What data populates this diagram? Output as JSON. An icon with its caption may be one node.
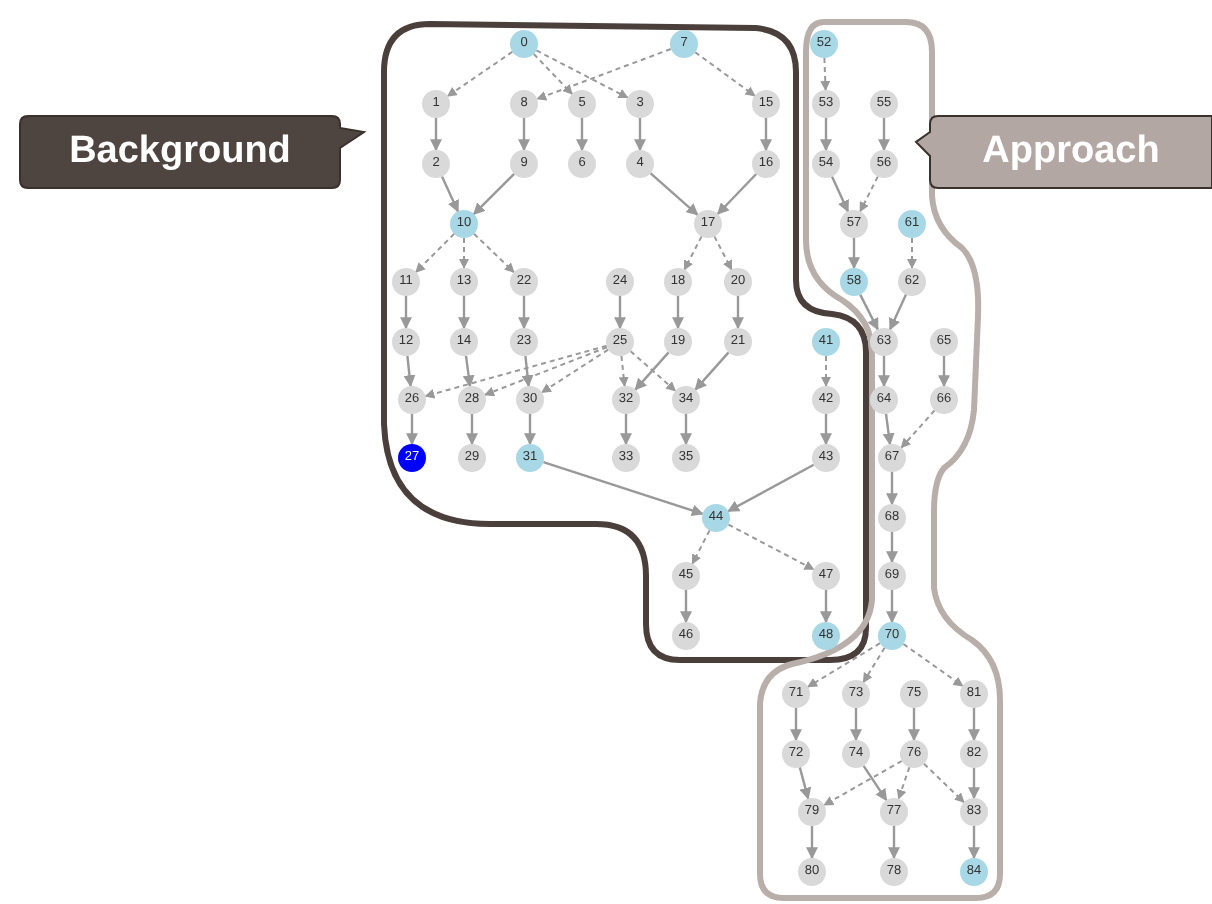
{
  "diagram": {
    "nodes": [
      {
        "text": [
          "0"
        ]
      },
      {
        "text": [
          "1"
        ]
      },
      {
        "text": [
          "2"
        ]
      },
      {
        "text": [
          "3"
        ]
      },
      {
        "text": [
          "4"
        ]
      },
      {
        "text": [
          "5"
        ]
      },
      {
        "text": [
          "6"
        ]
      },
      {
        "text": [
          "7"
        ]
      },
      {
        "text": [
          "8"
        ]
      },
      {
        "text": [
          "9"
        ]
      },
      {
        "text": [
          "10"
        ]
      },
      {
        "text": [
          "11"
        ]
      },
      {
        "text": [
          "12"
        ]
      },
      {
        "text": [
          "13"
        ]
      },
      {
        "text": [
          "14"
        ]
      },
      {
        "text": [
          "15"
        ]
      },
      {
        "text": [
          "16"
        ]
      },
      {
        "text": [
          "17"
        ]
      },
      {
        "text": [
          "18"
        ]
      },
      {
        "text": [
          "19"
        ]
      },
      {
        "text": [
          "20"
        ]
      },
      {
        "text": [
          "21"
        ]
      },
      {
        "text": [
          "22"
        ]
      },
      {
        "text": [
          "23"
        ]
      },
      {
        "text": [
          "24"
        ]
      },
      {
        "text": [
          "25"
        ]
      },
      {
        "text": [
          "26"
        ]
      },
      {
        "text": [
          "27"
        ]
      },
      {
        "text": [
          "28"
        ]
      },
      {
        "text": [
          "29"
        ]
      },
      {
        "text": [
          "30"
        ]
      },
      {
        "text": [
          "31"
        ]
      },
      {
        "text": [
          "32"
        ]
      },
      {
        "text": [
          "33"
        ]
      },
      {
        "text": [
          "34"
        ]
      },
      {
        "text": [
          "35"
        ]
      },
      {
        "text": [
          "41"
        ]
      },
      {
        "text": [
          "42"
        ]
      },
      {
        "text": [
          "43"
        ]
      },
      {
        "text": [
          "44"
        ]
      },
      {
        "text": [
          "45"
        ]
      },
      {
        "text": [
          "46"
        ]
      },
      {
        "text": [
          "47"
        ]
      },
      {
        "text": [
          "48"
        ]
      },
      {
        "text": [
          "52"
        ]
      },
      {
        "text": [
          "53"
        ]
      },
      {
        "text": [
          "54"
        ]
      },
      {
        "text": [
          "55"
        ]
      },
      {
        "text": [
          "56"
        ]
      },
      {
        "text": [
          "57"
        ]
      },
      {
        "text": [
          "58"
        ]
      },
      {
        "text": [
          "61"
        ]
      },
      {
        "text": [
          "62"
        ]
      },
      {
        "text": [
          "63"
        ]
      },
      {
        "text": [
          "64"
        ]
      },
      {
        "text": [
          "65"
        ]
      },
      {
        "text": [
          "66"
        ]
      },
      {
        "text": [
          "67"
        ]
      },
      {
        "text": [
          "68"
        ]
      },
      {
        "text": [
          "69"
        ]
      },
      {
        "text": [
          "70"
        ]
      },
      {
        "text": [
          "71"
        ]
      },
      {
        "text": [
          "72"
        ]
      },
      {
        "text": [
          "73"
        ]
      },
      {
        "text": [
          "74"
        ]
      },
      {
        "text": [
          "75"
        ]
      },
      {
        "text": [
          "76"
        ]
      },
      {
        "text": [
          "77"
        ]
      },
      {
        "text": [
          "78"
        ]
      },
      {
        "text": [
          "79"
        ]
      },
      {
        "text": [
          "80"
        ]
      },
      {
        "text": [
          "81"
        ]
      },
      {
        "text": [
          "82"
        ]
      },
      {
        "text": [
          "83"
        ]
      },
      {
        "text": [
          "84"
        ]
      },
      {
        "text": [
          "Background"
        ]
      },
      {
        "text": [
          "Approach"
        ]
      }
    ],
    "edges": [
      {
        "from": 0,
        "to": 1,
        "arrow": "to",
        "style": "dashed"
      },
      {
        "from": 0,
        "to": 5,
        "arrow": "to",
        "style": "dashed"
      },
      {
        "from": 0,
        "to": 3,
        "arrow": "to",
        "style": "dashed"
      },
      {
        "from": 7,
        "to": 8,
        "arrow": "to",
        "style": "dashed"
      },
      {
        "from": 7,
        "to": 15,
        "arrow": "to",
        "style": "dashed"
      },
      {
        "from": 1,
        "to": 2,
        "arrow": "to"
      },
      {
        "from": 8,
        "to": 9,
        "arrow": "to"
      },
      {
        "from": 5,
        "to": 6,
        "arrow": "to"
      },
      {
        "from": 3,
        "to": 4,
        "arrow": "to"
      },
      {
        "from": 15,
        "to": 16,
        "arrow": "to"
      },
      {
        "from": 2,
        "to": 10,
        "arrow": "to"
      },
      {
        "from": 9,
        "to": 10,
        "arrow": "to"
      },
      {
        "from": 4,
        "to": 17,
        "arrow": "to"
      },
      {
        "from": 16,
        "to": 17,
        "arrow": "to"
      },
      {
        "from": 10,
        "to": 11,
        "arrow": "to",
        "style": "dashed"
      },
      {
        "from": 10,
        "to": 13,
        "arrow": "to",
        "style": "dashed"
      },
      {
        "from": 10,
        "to": 22,
        "arrow": "to",
        "style": "dashed"
      },
      {
        "from": 17,
        "to": 18,
        "arrow": "to",
        "style": "dashed"
      },
      {
        "from": 17,
        "to": 20,
        "arrow": "to",
        "style": "dashed"
      },
      {
        "from": 11,
        "to": 12,
        "arrow": "to"
      },
      {
        "from": 13,
        "to": 14,
        "arrow": "to"
      },
      {
        "from": 22,
        "to": 23,
        "arrow": "to"
      },
      {
        "from": 24,
        "to": 25,
        "arrow": "to"
      },
      {
        "from": 18,
        "to": 19,
        "arrow": "to"
      },
      {
        "from": 20,
        "to": 21,
        "arrow": "to"
      },
      {
        "from": 12,
        "to": 26,
        "arrow": "to"
      },
      {
        "from": 14,
        "to": 28,
        "arrow": "to"
      },
      {
        "from": 23,
        "to": 30,
        "arrow": "to"
      },
      {
        "from": 19,
        "to": 32,
        "arrow": "to"
      },
      {
        "from": 21,
        "to": 34,
        "arrow": "to"
      },
      {
        "from": 25,
        "to": 26,
        "arrow": "to",
        "style": "dashed"
      },
      {
        "from": 25,
        "to": 28,
        "arrow": "to",
        "style": "dashed"
      },
      {
        "from": 25,
        "to": 30,
        "arrow": "to",
        "style": "dashed"
      },
      {
        "from": 25,
        "to": 32,
        "arrow": "to",
        "style": "dashed"
      },
      {
        "from": 25,
        "to": 34,
        "arrow": "to",
        "style": "dashed"
      },
      {
        "from": 26,
        "to": 27,
        "arrow": "to"
      },
      {
        "from": 28,
        "to": 29,
        "arrow": "to"
      },
      {
        "from": 30,
        "to": 31,
        "arrow": "to"
      },
      {
        "from": 32,
        "to": 33,
        "arrow": "to"
      },
      {
        "from": 34,
        "to": 35,
        "arrow": "to"
      },
      {
        "from": 31,
        "to": 39,
        "arrow": "to"
      },
      {
        "from": 38,
        "to": 39,
        "arrow": "to"
      },
      {
        "from": 36,
        "to": 37,
        "arrow": "to",
        "style": "dashed"
      },
      {
        "from": 37,
        "to": 38,
        "arrow": "to"
      },
      {
        "from": 39,
        "to": 40,
        "arrow": "to",
        "style": "dashed"
      },
      {
        "from": 39,
        "to": 42,
        "arrow": "to",
        "style": "dashed"
      },
      {
        "from": 40,
        "to": 41,
        "arrow": "to"
      },
      {
        "from": 42,
        "to": 43,
        "arrow": "to"
      },
      {
        "from": 44,
        "to": 45,
        "arrow": "to",
        "style": "dashed"
      },
      {
        "from": 45,
        "to": 46,
        "arrow": "to"
      },
      {
        "from": 47,
        "to": 48,
        "arrow": "to"
      },
      {
        "from": 46,
        "to": 49,
        "arrow": "to"
      },
      {
        "from": 48,
        "to": 49,
        "arrow": "to",
        "style": "dashed"
      },
      {
        "from": 49,
        "to": 50,
        "arrow": "to"
      },
      {
        "from": 51,
        "to": 52,
        "arrow": "to",
        "style": "dashed"
      },
      {
        "from": 50,
        "to": 53,
        "arrow": "to"
      },
      {
        "from": 52,
        "to": 53,
        "arrow": "to"
      },
      {
        "from": 53,
        "to": 54,
        "arrow": "to"
      },
      {
        "from": 55,
        "to": 56,
        "arrow": "to"
      },
      {
        "from": 54,
        "to": 57,
        "arrow": "to"
      },
      {
        "from": 56,
        "to": 57,
        "arrow": "to",
        "style": "dashed"
      },
      {
        "from": 57,
        "to": 58,
        "arrow": "to"
      },
      {
        "from": 58,
        "to": 59,
        "arrow": "to"
      },
      {
        "from": 59,
        "to": 60,
        "arrow": "to"
      },
      {
        "from": 60,
        "to": 61,
        "arrow": "to",
        "style": "dashed"
      },
      {
        "from": 60,
        "to": 63,
        "arrow": "to",
        "style": "dashed"
      },
      {
        "from": 60,
        "to": 71,
        "arrow": "to",
        "style": "dashed"
      },
      {
        "from": 61,
        "to": 62,
        "arrow": "to"
      },
      {
        "from": 63,
        "to": 64,
        "arrow": "to"
      },
      {
        "from": 65,
        "to": 66,
        "arrow": "to"
      },
      {
        "from": 71,
        "to": 72,
        "arrow": "to"
      },
      {
        "from": 62,
        "to": 69,
        "arrow": "to"
      },
      {
        "from": 64,
        "to": 67,
        "arrow": "to"
      },
      {
        "from": 66,
        "to": 69,
        "arrow": "to",
        "style": "dashed"
      },
      {
        "from": 66,
        "to": 67,
        "arrow": "to",
        "style": "dashed"
      },
      {
        "from": 66,
        "to": 73,
        "arrow": "to",
        "style": "dashed"
      },
      {
        "from": 72,
        "to": 73,
        "arrow": "to"
      },
      {
        "from": 69,
        "to": 70,
        "arrow": "to"
      },
      {
        "from": 67,
        "to": 68,
        "arrow": "to"
      },
      {
        "from": 73,
        "to": 74,
        "arrow": "to"
      }
    ]
  }
}
